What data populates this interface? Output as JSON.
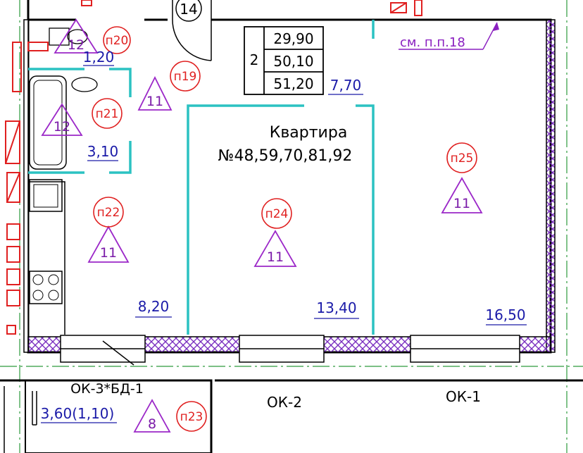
{
  "axis_marker": "14",
  "summary_table": {
    "rooms": "2",
    "living_area": "29,90",
    "total_area": "50,10",
    "total_area_with_balcony": "51,20"
  },
  "apartment": {
    "title": "Квартира",
    "numbers": "№48,59,70,81,92"
  },
  "reference_note": "см. п.п.18",
  "windows": {
    "ok2": "ОК-2",
    "ok1": "ОК-1"
  },
  "balcony": {
    "label": "ОК-3*БД-1",
    "area": "3,60(1,10)",
    "code": "п23",
    "height_mark": "8"
  },
  "rooms": [
    {
      "code": "п20",
      "area": "1,20",
      "height_mark": "12"
    },
    {
      "code": "п21",
      "area": "3,10",
      "height_mark": "12"
    },
    {
      "code": "п19",
      "area": "7,70",
      "height_mark": "11"
    },
    {
      "code": "п22",
      "area": "8,20",
      "height_mark": "11"
    },
    {
      "code": "п24",
      "area": "13,40",
      "height_mark": "11"
    },
    {
      "code": "п25",
      "area": "16,50",
      "height_mark": "11"
    }
  ],
  "colors": {
    "wall": "#000000",
    "partition": "#2bc2c2",
    "room_code": "#e02020",
    "area_text": "#1a1aa8",
    "height_triangle": "#9b27c8",
    "grid": "#2d9a3c"
  }
}
